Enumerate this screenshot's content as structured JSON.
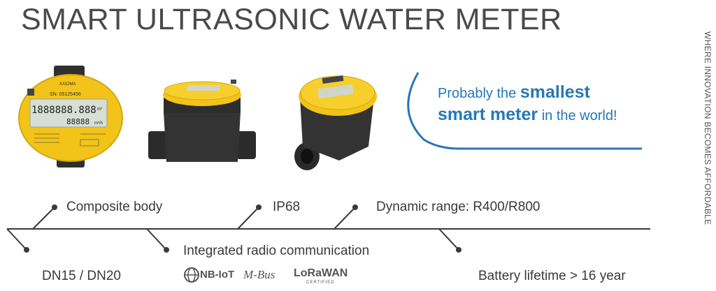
{
  "title": "SMART ULTRASONIC WATER METER",
  "side_tagline": "WHERE INNOVATION BECOMES AFFORDABLE",
  "tagline": {
    "pre1": "Probably the ",
    "strong1": "smallest",
    "strong2": "smart meter",
    "post2": " in the world!"
  },
  "meter_face": {
    "brand": "AXIOMA",
    "serial": "SN: 05125456",
    "digits": "1888888.888",
    "unit_volume": "m³",
    "flow": "88888",
    "unit_flow": "m³/h"
  },
  "features": {
    "composite_body": "Composite  body",
    "ip68": "IP68",
    "dynamic_range": "Dynamic range:  R400/R800",
    "radio": "Integrated radio communication",
    "dn": "DN15 /  DN20",
    "battery": "Battery lifetime  > 16 year"
  },
  "logos": {
    "nbiot": "NB-IoT",
    "mbus": "M-Bus",
    "lorawan": "LoRaWAN",
    "lorawan_sub": "CERTIFIED"
  },
  "colors": {
    "accent_blue": "#2777b8",
    "meter_yellow": "#f2c318",
    "meter_body": "#2e2e2e",
    "text_gray": "#3a3a3a"
  }
}
